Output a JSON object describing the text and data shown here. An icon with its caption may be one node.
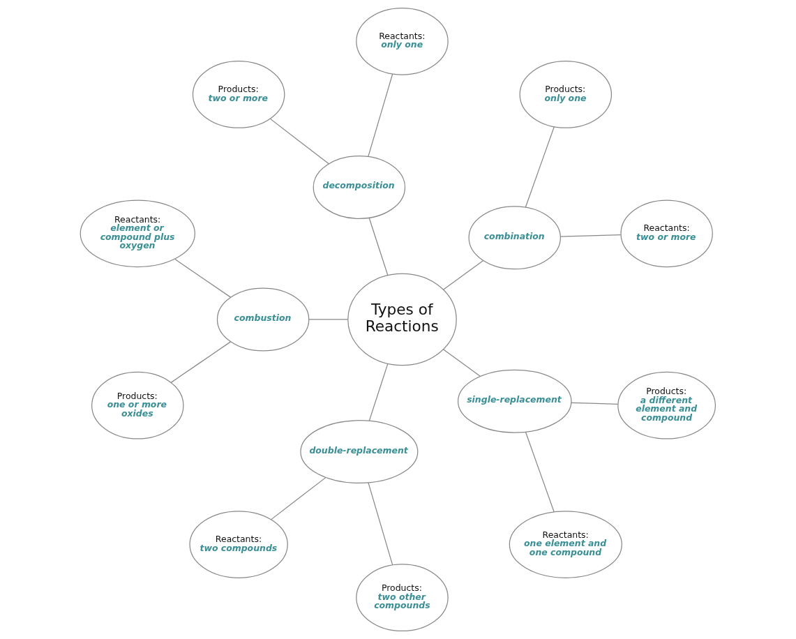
{
  "diagram": {
    "nodes": [
      {
        "text": [
          "Types of Reactions"
        ]
      },
      {
        "text": [
          "combination"
        ]
      },
      {
        "text": [
          "Reactants:",
          "two or more"
        ]
      },
      {
        "text": [
          "Products:",
          "only one"
        ]
      },
      {
        "text": [
          "decomposition"
        ]
      },
      {
        "text": [
          "Reactants:",
          "only one"
        ]
      },
      {
        "text": [
          "Products:",
          "two or more"
        ]
      },
      {
        "text": [
          "combustion"
        ]
      },
      {
        "text": [
          "Reactants:",
          "element or compound plus oxygen"
        ]
      },
      {
        "text": [
          "Products:",
          "one or more oxides"
        ]
      },
      {
        "text": [
          "double-replacement"
        ]
      },
      {
        "text": [
          "Reactants:",
          "two compounds"
        ]
      },
      {
        "text": [
          "Products:",
          "two other compounds"
        ]
      },
      {
        "text": [
          "single-replacement"
        ]
      },
      {
        "text": [
          "Reactants:",
          "one element and one compound"
        ]
      },
      {
        "text": [
          "Products:",
          "a different element and compound"
        ]
      }
    ],
    "edges": [
      {
        "from": 0,
        "to": 1,
        "arrow": "none"
      },
      {
        "from": 1,
        "to": 2,
        "arrow": "none"
      },
      {
        "from": 1,
        "to": 3,
        "arrow": "none"
      },
      {
        "from": 0,
        "to": 4,
        "arrow": "none"
      },
      {
        "from": 4,
        "to": 5,
        "arrow": "none"
      },
      {
        "from": 4,
        "to": 6,
        "arrow": "none"
      },
      {
        "from": 0,
        "to": 7,
        "arrow": "none"
      },
      {
        "from": 7,
        "to": 8,
        "arrow": "none"
      },
      {
        "from": 7,
        "to": 9,
        "arrow": "none"
      },
      {
        "from": 0,
        "to": 10,
        "arrow": "none"
      },
      {
        "from": 10,
        "to": 11,
        "arrow": "none"
      },
      {
        "from": 10,
        "to": 12,
        "arrow": "none"
      },
      {
        "from": 0,
        "to": 13,
        "arrow": "none"
      },
      {
        "from": 13,
        "to": 14,
        "arrow": "none"
      },
      {
        "from": 13,
        "to": 15,
        "arrow": "none"
      }
    ]
  }
}
